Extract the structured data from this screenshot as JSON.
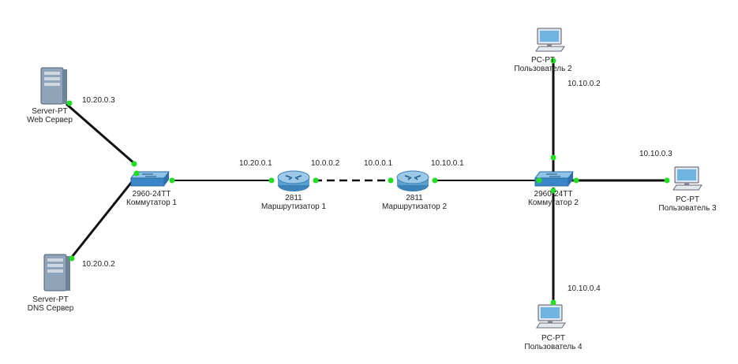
{
  "colors": {
    "link": "#111111",
    "port_up": "#22dd22",
    "switch_body": "#3a86c8",
    "router_body": "#5aa0cf",
    "server_body": "#8fa4b8",
    "pc_screen": "#6fb3e0"
  },
  "devices": {
    "server_web": {
      "icon": "server-icon",
      "model": "Server-PT",
      "name": "Web Сервер"
    },
    "server_dns": {
      "icon": "server-icon",
      "model": "Server-PT",
      "name": "DNS Сервер"
    },
    "switch1": {
      "icon": "switch-icon",
      "model": "2960-24TT",
      "name": "Коммутатор 1"
    },
    "router1": {
      "icon": "router-icon",
      "model": "2811",
      "name": "Маршрутизатор 1"
    },
    "router2": {
      "icon": "router-icon",
      "model": "2811",
      "name": "Маршрутизатор 2"
    },
    "switch2": {
      "icon": "switch-icon",
      "model": "2960-24TT",
      "name": "Коммутатор 2"
    },
    "pc2": {
      "icon": "pc-icon",
      "model": "PC-PT",
      "name": "Пользователь 2"
    },
    "pc3": {
      "icon": "pc-icon",
      "model": "PC-PT",
      "name": "Пользователь 3"
    },
    "pc4": {
      "icon": "pc-icon",
      "model": "PC-PT",
      "name": "Пользователь 4"
    }
  },
  "ips": {
    "web": "10.20.0.3",
    "dns": "10.20.0.2",
    "r1_lan": "10.20.0.1",
    "r1_wan": "10.0.0.2",
    "r2_wan": "10.0.0.1",
    "r2_lan": "10.10.0.1",
    "pc2": "10.10.0.2",
    "pc3": "10.10.0.3",
    "pc4": "10.10.0.4"
  },
  "links": [
    {
      "from": "server_web",
      "to": "switch1",
      "style": "solid"
    },
    {
      "from": "server_dns",
      "to": "switch1",
      "style": "solid"
    },
    {
      "from": "switch1",
      "to": "router1",
      "style": "solid"
    },
    {
      "from": "router1",
      "to": "router2",
      "style": "dashed"
    },
    {
      "from": "router2",
      "to": "switch2",
      "style": "solid"
    },
    {
      "from": "switch2",
      "to": "pc2",
      "style": "solid"
    },
    {
      "from": "switch2",
      "to": "pc3",
      "style": "solid"
    },
    {
      "from": "switch2",
      "to": "pc4",
      "style": "solid"
    }
  ]
}
